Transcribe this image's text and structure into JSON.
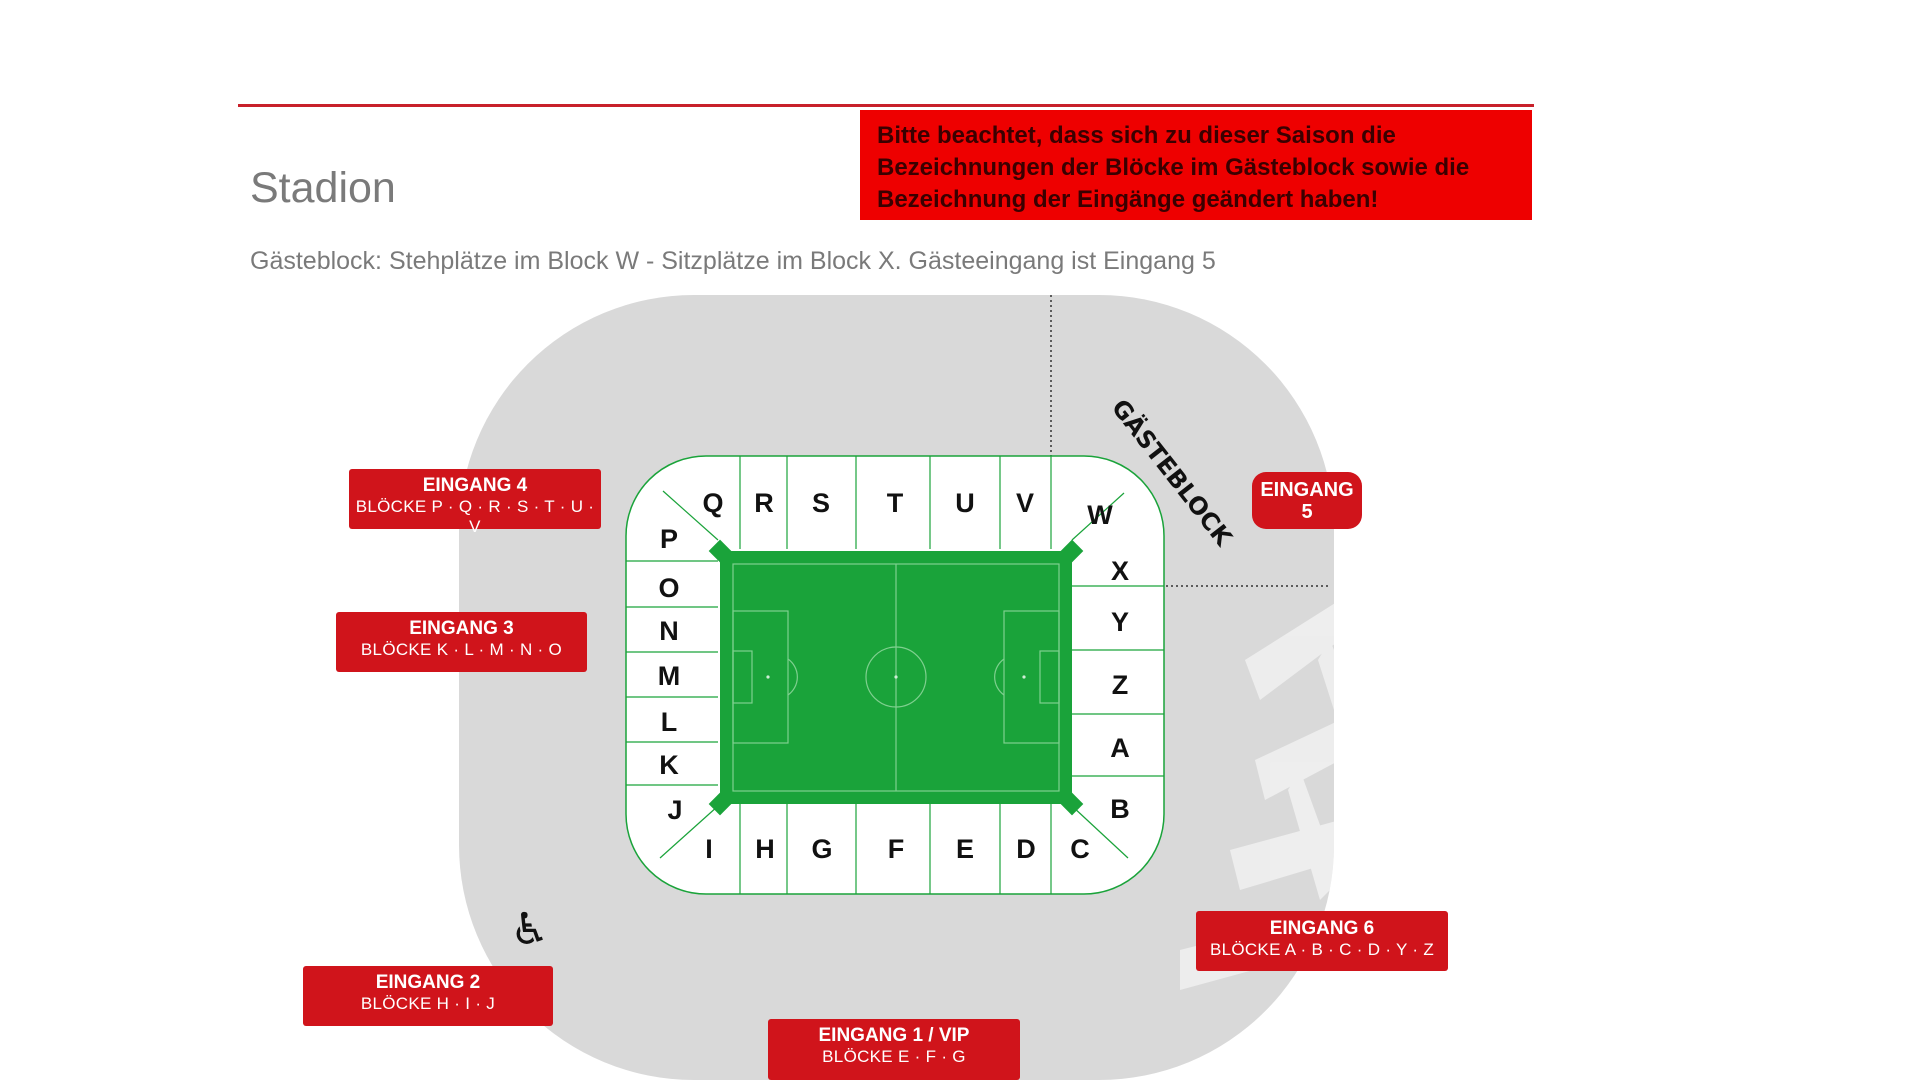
{
  "page": {
    "title": "Stadion",
    "notice_lines": [
      "Bitte beachtet, dass sich zu dieser Saison die",
      "Bezeichnungen der Blöcke im Gästeblock sowie die",
      "Bezeichnung der Eingänge geändert haben!"
    ],
    "subtitle": "Gästeblock: Stehplätze im Block W - Sitzplätze im Block X. Gästeeingang ist Eingang 5"
  },
  "stadium": {
    "guest_label": "GÄSTEBLOCK",
    "blocks_top": [
      "Q",
      "R",
      "S",
      "T",
      "U",
      "V"
    ],
    "blocks_left": [
      "P",
      "O",
      "N",
      "M",
      "L",
      "K"
    ],
    "blocks_right": [
      "X",
      "Y",
      "Z",
      "A",
      "B"
    ],
    "blocks_bottom": [
      "I",
      "H",
      "G",
      "F",
      "E",
      "D",
      "C"
    ],
    "corner_blocks": {
      "top_left": "P",
      "top_right": "W",
      "bottom_left": "J",
      "bottom_right": "C"
    },
    "wheelchair_icon": "wheelchair-icon"
  },
  "entrances": {
    "e4": {
      "title": "EINGANG 4",
      "blocks": "BLÖCKE P · Q · R · S · T · U · V"
    },
    "e3": {
      "title": "EINGANG 3",
      "blocks": "BLÖCKE K · L · M · N · O"
    },
    "e2": {
      "title": "EINGANG 2",
      "blocks": "BLÖCKE H · I · J"
    },
    "e1": {
      "title": "EINGANG 1 / VIP",
      "blocks": "BLÖCKE E · F · G"
    },
    "e6": {
      "title": "EINGANG 6",
      "blocks": "BLÖCKE A · B · C · D · Y · Z"
    },
    "e5": {
      "title": "EINGANG 5"
    }
  },
  "colors": {
    "accent_red": "#d0141b",
    "notice_red": "#ee0000",
    "pitch_green": "#1aa33a",
    "concourse_grey": "#d9d9d9"
  }
}
